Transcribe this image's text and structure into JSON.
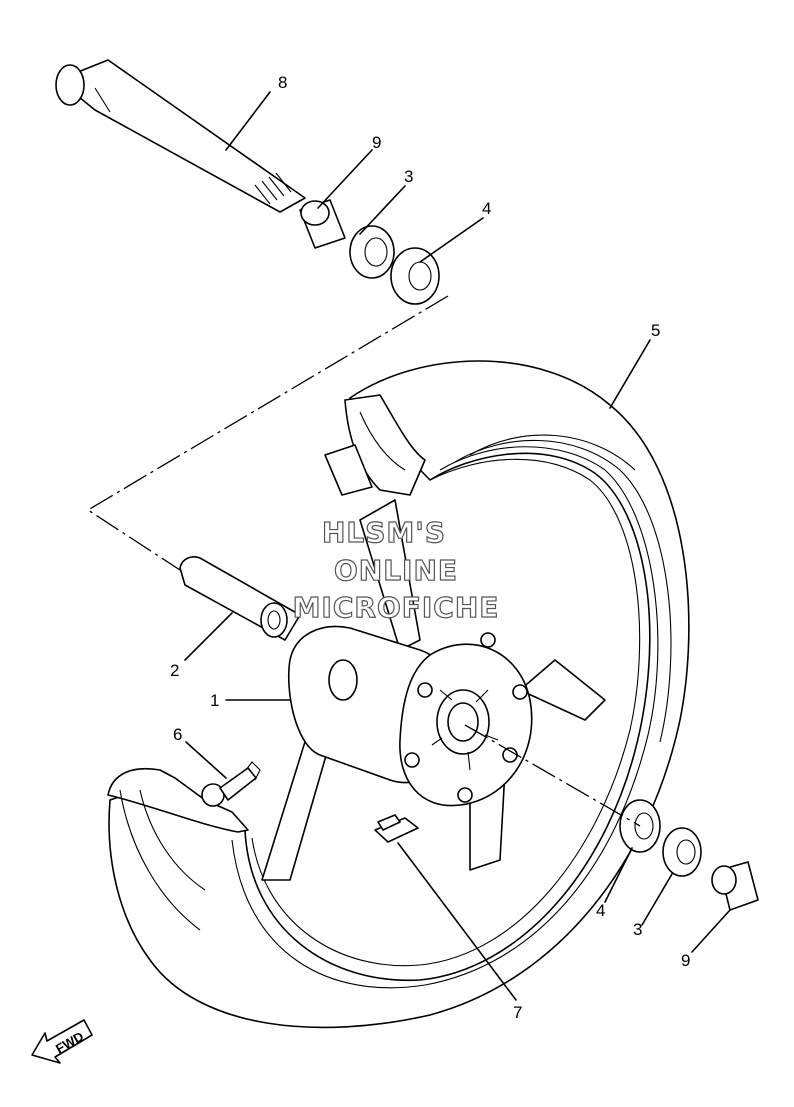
{
  "watermark": {
    "line1": "HLSM'S",
    "line2": "ONLINE",
    "line3": "MICROFICHE"
  },
  "direction_label": "FWD",
  "callouts": [
    {
      "id": "axle",
      "label": "8"
    },
    {
      "id": "collar-top",
      "label": "9"
    },
    {
      "id": "bearing-3-top",
      "label": "3"
    },
    {
      "id": "bearing-4-top",
      "label": "4"
    },
    {
      "id": "tire",
      "label": "5"
    },
    {
      "id": "spacer",
      "label": "2"
    },
    {
      "id": "wheel",
      "label": "1"
    },
    {
      "id": "valve",
      "label": "6"
    },
    {
      "id": "bearing-4-bottom",
      "label": "4"
    },
    {
      "id": "bearing-3-bottom",
      "label": "3"
    },
    {
      "id": "collar-bottom",
      "label": "9"
    },
    {
      "id": "balance-weight",
      "label": "7"
    }
  ]
}
